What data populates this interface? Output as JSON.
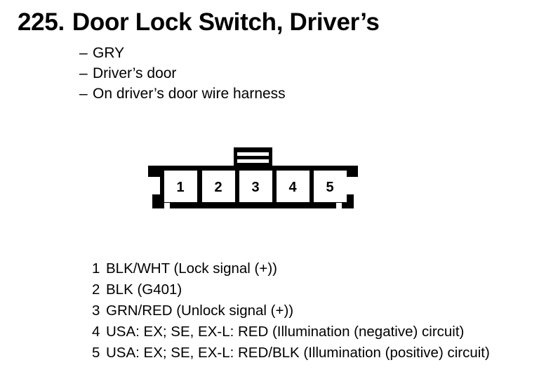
{
  "document": {
    "section_number": "225.",
    "title": "Door Lock Switch, Driver’s",
    "bullet_marker": "–",
    "bullets": [
      {
        "label": "GRY"
      },
      {
        "label": "Driver’s door"
      },
      {
        "label": "On driver’s door wire harness"
      }
    ]
  },
  "connector": {
    "type": "5-pin-connector-diagram",
    "pin_count": 5,
    "pins": [
      {
        "number": "1"
      },
      {
        "number": "2"
      },
      {
        "number": "3"
      },
      {
        "number": "4"
      },
      {
        "number": "5"
      }
    ],
    "line_color": "#000000",
    "fill_color": "#ffffff"
  },
  "pin_list": [
    {
      "number": "1",
      "description": "BLK/WHT (Lock signal (+))"
    },
    {
      "number": "2",
      "description": "BLK (G401)"
    },
    {
      "number": "3",
      "description": "GRN/RED (Unlock signal (+))"
    },
    {
      "number": "4",
      "description": "USA: EX; SE, EX-L: RED (Illumination (negative) circuit)"
    },
    {
      "number": "5",
      "description": "USA: EX; SE, EX-L: RED/BLK (Illumination (positive) circuit)"
    }
  ]
}
